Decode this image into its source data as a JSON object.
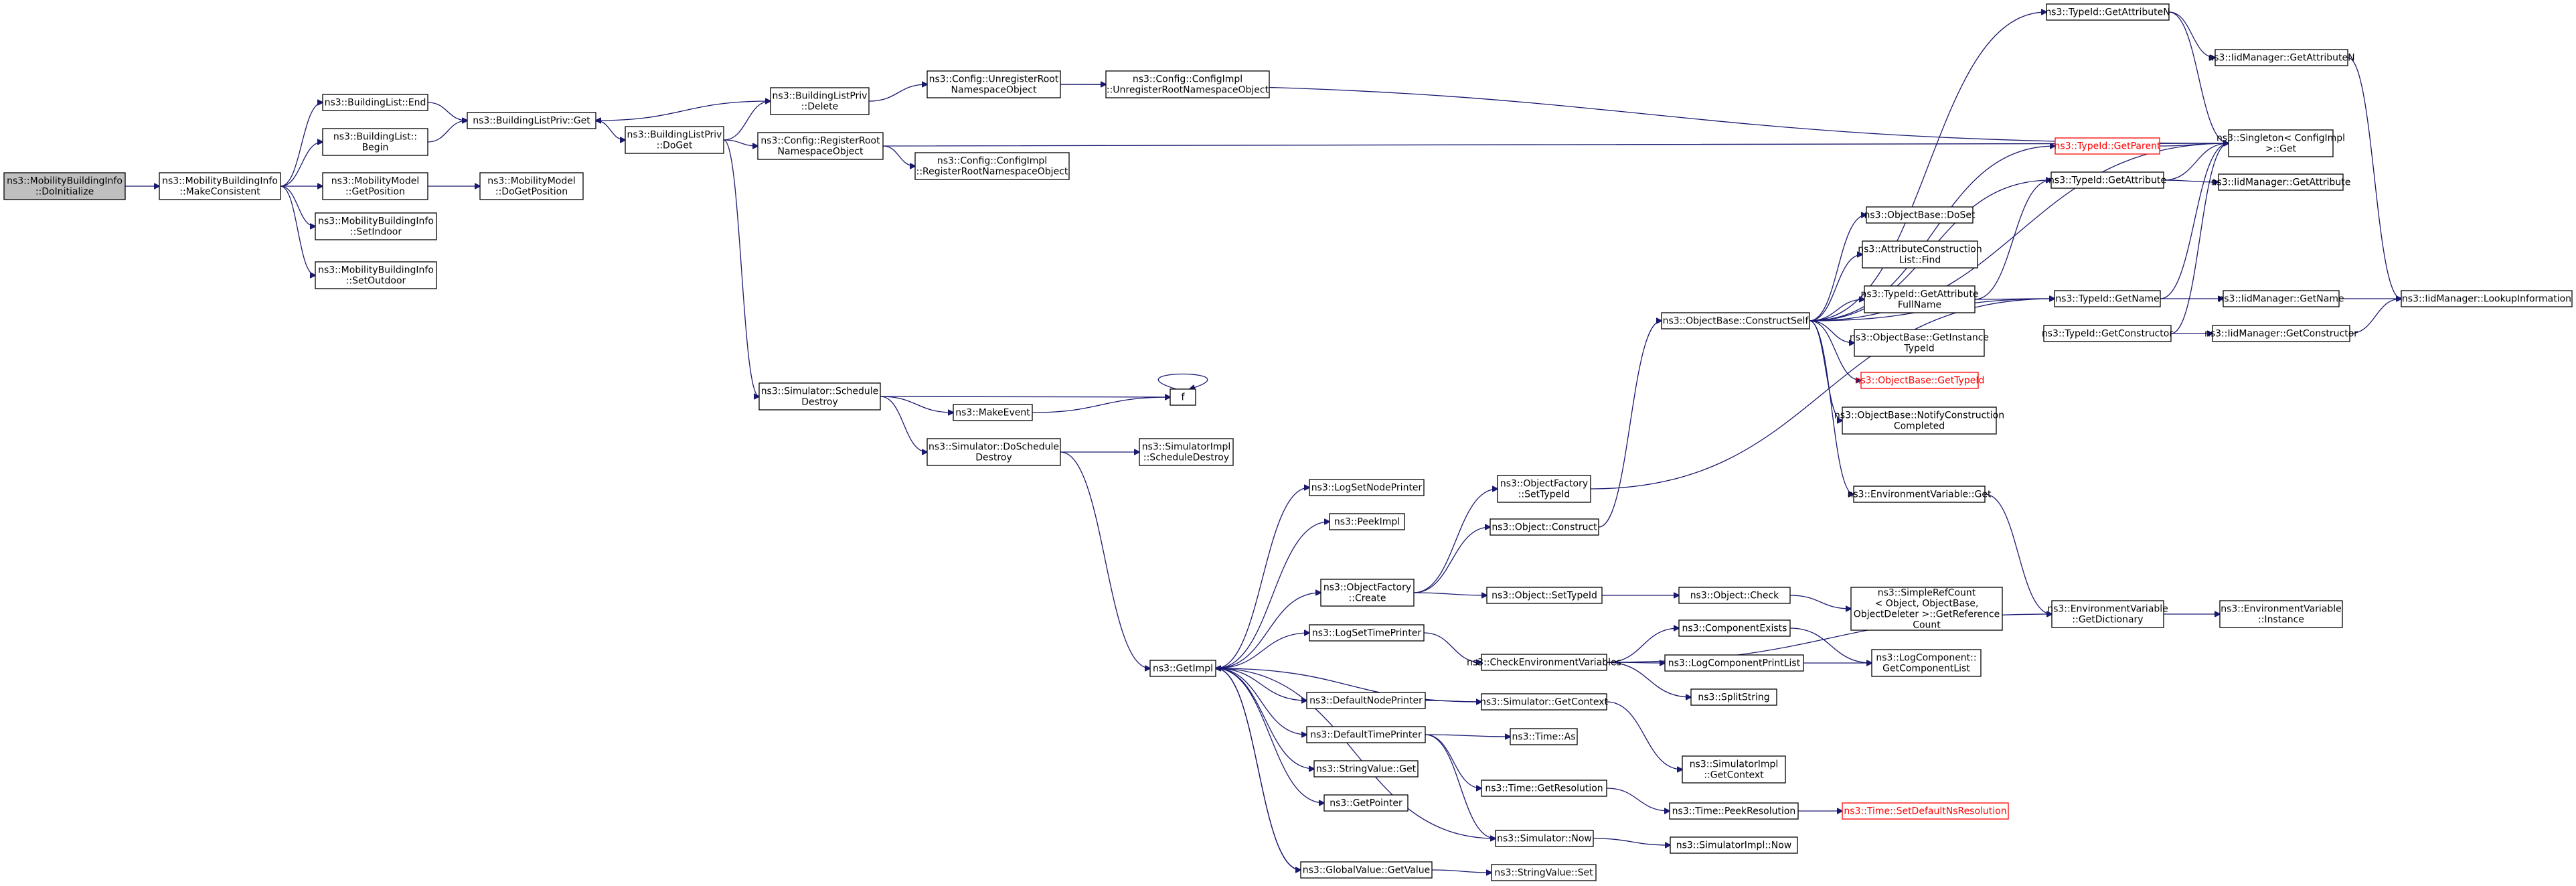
{
  "graph": {
    "nodes": [
      {
        "id": "n0",
        "lines": [
          "ns3::MobilityBuildingInfo",
          "::DoInitialize"
        ],
        "style": "root"
      },
      {
        "id": "n1",
        "lines": [
          "ns3::MobilityBuildingInfo",
          "::MakeConsistent"
        ]
      },
      {
        "id": "n2",
        "lines": [
          "ns3::BuildingList::End"
        ]
      },
      {
        "id": "n3",
        "lines": [
          "ns3::BuildingList::",
          "Begin"
        ]
      },
      {
        "id": "n4",
        "lines": [
          "ns3::MobilityModel",
          "::GetPosition"
        ]
      },
      {
        "id": "n5",
        "lines": [
          "ns3::MobilityBuildingInfo",
          "::SetIndoor"
        ]
      },
      {
        "id": "n6",
        "lines": [
          "ns3::MobilityBuildingInfo",
          "::SetOutdoor"
        ]
      },
      {
        "id": "n7",
        "lines": [
          "ns3::BuildingListPriv::Get"
        ]
      },
      {
        "id": "n8",
        "lines": [
          "ns3::MobilityModel",
          "::DoGetPosition"
        ]
      },
      {
        "id": "n9",
        "lines": [
          "ns3::BuildingListPriv",
          "::DoGet"
        ]
      },
      {
        "id": "n10",
        "lines": [
          "ns3::BuildingListPriv",
          "::Delete"
        ]
      },
      {
        "id": "n11",
        "lines": [
          "ns3::Config::RegisterRoot",
          "NamespaceObject"
        ]
      },
      {
        "id": "n12",
        "lines": [
          "ns3::Simulator::Schedule",
          "Destroy"
        ]
      },
      {
        "id": "n13",
        "lines": [
          "ns3::Config::UnregisterRoot",
          "NamespaceObject"
        ]
      },
      {
        "id": "n14",
        "lines": [
          "ns3::Config::ConfigImpl",
          "::UnregisterRootNamespaceObject"
        ]
      },
      {
        "id": "n15",
        "lines": [
          "ns3::Config::ConfigImpl",
          "::RegisterRootNamespaceObject"
        ]
      },
      {
        "id": "n16",
        "lines": [
          "ns3::MakeEvent"
        ]
      },
      {
        "id": "n17",
        "lines": [
          "f"
        ]
      },
      {
        "id": "n18",
        "lines": [
          "ns3::Simulator::DoSchedule",
          "Destroy"
        ]
      },
      {
        "id": "n19",
        "lines": [
          "ns3::SimulatorImpl",
          "::ScheduleDestroy"
        ]
      },
      {
        "id": "n20",
        "lines": [
          "ns3::GetImpl"
        ]
      },
      {
        "id": "n21",
        "lines": [
          "ns3::LogSetNodePrinter"
        ]
      },
      {
        "id": "n22",
        "lines": [
          "ns3::PeekImpl"
        ]
      },
      {
        "id": "n23",
        "lines": [
          "ns3::ObjectFactory",
          "::Create"
        ]
      },
      {
        "id": "n24",
        "lines": [
          "ns3::LogSetTimePrinter"
        ]
      },
      {
        "id": "n25",
        "lines": [
          "ns3::DefaultNodePrinter"
        ]
      },
      {
        "id": "n26",
        "lines": [
          "ns3::DefaultTimePrinter"
        ]
      },
      {
        "id": "n27",
        "lines": [
          "ns3::StringValue::Get"
        ]
      },
      {
        "id": "n28",
        "lines": [
          "ns3::GetPointer"
        ]
      },
      {
        "id": "n29",
        "lines": [
          "ns3::GlobalValue::GetValue"
        ]
      },
      {
        "id": "n30",
        "lines": [
          "ns3::ObjectFactory",
          "::SetTypeId"
        ]
      },
      {
        "id": "n31",
        "lines": [
          "ns3::Object::Construct"
        ]
      },
      {
        "id": "n32",
        "lines": [
          "ns3::Object::SetTypeId"
        ]
      },
      {
        "id": "n33",
        "lines": [
          "ns3::CheckEnvironmentVariables"
        ]
      },
      {
        "id": "n34",
        "lines": [
          "ns3::Simulator::GetContext"
        ]
      },
      {
        "id": "n35",
        "lines": [
          "ns3::Time::As"
        ]
      },
      {
        "id": "n36",
        "lines": [
          "ns3::Time::GetResolution"
        ]
      },
      {
        "id": "n37",
        "lines": [
          "ns3::Simulator::Now"
        ]
      },
      {
        "id": "n38",
        "lines": [
          "ns3::StringValue::Set"
        ]
      },
      {
        "id": "n39",
        "lines": [
          "ns3::ObjectBase::ConstructSelf"
        ]
      },
      {
        "id": "n40",
        "lines": [
          "ns3::Object::Check"
        ]
      },
      {
        "id": "n41",
        "lines": [
          "ns3::ComponentExists"
        ]
      },
      {
        "id": "n42",
        "lines": [
          "ns3::LogComponentPrintList"
        ]
      },
      {
        "id": "n43",
        "lines": [
          "ns3::SplitString"
        ]
      },
      {
        "id": "n44",
        "lines": [
          "ns3::SimulatorImpl",
          "::GetContext"
        ]
      },
      {
        "id": "n45",
        "lines": [
          "ns3::Time::PeekResolution"
        ]
      },
      {
        "id": "n46",
        "lines": [
          "ns3::SimulatorImpl::Now"
        ]
      },
      {
        "id": "n47",
        "lines": [
          "ns3::ObjectBase::DoSet"
        ]
      },
      {
        "id": "n48",
        "lines": [
          "ns3::AttributeConstruction",
          "List::Find"
        ]
      },
      {
        "id": "n49",
        "lines": [
          "ns3::TypeId::GetAttribute",
          "FullName"
        ]
      },
      {
        "id": "n50",
        "lines": [
          "ns3::ObjectBase::GetInstance",
          "TypeId"
        ]
      },
      {
        "id": "n51",
        "lines": [
          "ns3::ObjectBase::GetTypeId"
        ],
        "style": "red"
      },
      {
        "id": "n52",
        "lines": [
          "ns3::ObjectBase::NotifyConstruction",
          "Completed"
        ]
      },
      {
        "id": "n53",
        "lines": [
          "ns3::EnvironmentVariable::Get"
        ]
      },
      {
        "id": "n54",
        "lines": [
          "ns3::SimpleRefCount",
          "< Object, ObjectBase,",
          "ObjectDeleter >::GetReference",
          "Count"
        ]
      },
      {
        "id": "n55",
        "lines": [
          "ns3::LogComponent::",
          "GetComponentList"
        ]
      },
      {
        "id": "n56",
        "lines": [
          "ns3::Time::SetDefaultNsResolution"
        ],
        "style": "red"
      },
      {
        "id": "n57",
        "lines": [
          "ns3::TypeId::GetAttributeN"
        ]
      },
      {
        "id": "n58",
        "lines": [
          "ns3::TypeId::GetParent"
        ],
        "style": "red"
      },
      {
        "id": "n59",
        "lines": [
          "ns3::TypeId::GetAttribute"
        ]
      },
      {
        "id": "n60",
        "lines": [
          "ns3::TypeId::GetName"
        ]
      },
      {
        "id": "n61",
        "lines": [
          "ns3::TypeId::GetConstructor"
        ]
      },
      {
        "id": "n62",
        "lines": [
          "ns3::EnvironmentVariable",
          "::GetDictionary"
        ]
      },
      {
        "id": "n63",
        "lines": [
          "ns3::IidManager::GetAttributeN"
        ]
      },
      {
        "id": "n64",
        "lines": [
          "ns3::Singleton< ConfigImpl",
          ">::Get"
        ]
      },
      {
        "id": "n65",
        "lines": [
          "ns3::IidManager::GetAttribute"
        ]
      },
      {
        "id": "n66",
        "lines": [
          "ns3::IidManager::GetName"
        ]
      },
      {
        "id": "n67",
        "lines": [
          "ns3::IidManager::GetConstructor"
        ]
      },
      {
        "id": "n68",
        "lines": [
          "ns3::EnvironmentVariable",
          "::Instance"
        ]
      },
      {
        "id": "n69",
        "lines": [
          "ns3::IidManager::LookupInformation"
        ]
      }
    ],
    "edges": [
      [
        "n0",
        "n1"
      ],
      [
        "n1",
        "n2"
      ],
      [
        "n1",
        "n3"
      ],
      [
        "n1",
        "n4"
      ],
      [
        "n1",
        "n5"
      ],
      [
        "n1",
        "n6"
      ],
      [
        "n2",
        "n7"
      ],
      [
        "n3",
        "n7"
      ],
      [
        "n4",
        "n8"
      ],
      [
        "n7",
        "n9"
      ],
      [
        "n9",
        "n10"
      ],
      [
        "n10",
        "n7"
      ],
      [
        "n10",
        "n13"
      ],
      [
        "n13",
        "n14"
      ],
      [
        "n13",
        "n64"
      ],
      [
        "n9",
        "n11"
      ],
      [
        "n11",
        "n15"
      ],
      [
        "n11",
        "n64"
      ],
      [
        "n9",
        "n12"
      ],
      [
        "n12",
        "n16"
      ],
      [
        "n12",
        "n17"
      ],
      [
        "n16",
        "n17"
      ],
      [
        "n17",
        "n17"
      ],
      [
        "n12",
        "n18"
      ],
      [
        "n18",
        "n19"
      ],
      [
        "n18",
        "n20"
      ],
      [
        "n20",
        "n21"
      ],
      [
        "n20",
        "n22"
      ],
      [
        "n20",
        "n23"
      ],
      [
        "n20",
        "n24"
      ],
      [
        "n20",
        "n25"
      ],
      [
        "n20",
        "n26"
      ],
      [
        "n20",
        "n27"
      ],
      [
        "n20",
        "n28"
      ],
      [
        "n20",
        "n29"
      ],
      [
        "n23",
        "n30"
      ],
      [
        "n23",
        "n31"
      ],
      [
        "n23",
        "n32"
      ],
      [
        "n30",
        "n60"
      ],
      [
        "n31",
        "n39"
      ],
      [
        "n32",
        "n40"
      ],
      [
        "n40",
        "n54"
      ],
      [
        "n24",
        "n33"
      ],
      [
        "n33",
        "n41"
      ],
      [
        "n33",
        "n42"
      ],
      [
        "n33",
        "n43"
      ],
      [
        "n33",
        "n62"
      ],
      [
        "n41",
        "n55"
      ],
      [
        "n42",
        "n55"
      ],
      [
        "n25",
        "n34"
      ],
      [
        "n34",
        "n44"
      ],
      [
        "n34",
        "n20"
      ],
      [
        "n26",
        "n35"
      ],
      [
        "n26",
        "n36"
      ],
      [
        "n26",
        "n37"
      ],
      [
        "n36",
        "n45"
      ],
      [
        "n45",
        "n56"
      ],
      [
        "n37",
        "n46"
      ],
      [
        "n37",
        "n20"
      ],
      [
        "n29",
        "n38"
      ],
      [
        "n29",
        "n20"
      ],
      [
        "n39",
        "n57"
      ],
      [
        "n39",
        "n64"
      ],
      [
        "n39",
        "n58"
      ],
      [
        "n39",
        "n59"
      ],
      [
        "n39",
        "n47"
      ],
      [
        "n39",
        "n48"
      ],
      [
        "n39",
        "n49"
      ],
      [
        "n39",
        "n50"
      ],
      [
        "n39",
        "n51"
      ],
      [
        "n39",
        "n52"
      ],
      [
        "n39",
        "n53"
      ],
      [
        "n39",
        "n60"
      ],
      [
        "n49",
        "n59"
      ],
      [
        "n49",
        "n60"
      ],
      [
        "n53",
        "n62"
      ],
      [
        "n62",
        "n68"
      ],
      [
        "n57",
        "n63"
      ],
      [
        "n57",
        "n64"
      ],
      [
        "n63",
        "n69"
      ],
      [
        "n58",
        "n64"
      ],
      [
        "n59",
        "n65"
      ],
      [
        "n59",
        "n64"
      ],
      [
        "n60",
        "n66"
      ],
      [
        "n60",
        "n64"
      ],
      [
        "n66",
        "n69"
      ],
      [
        "n61",
        "n67"
      ],
      [
        "n61",
        "n64"
      ],
      [
        "n67",
        "n69"
      ]
    ]
  }
}
